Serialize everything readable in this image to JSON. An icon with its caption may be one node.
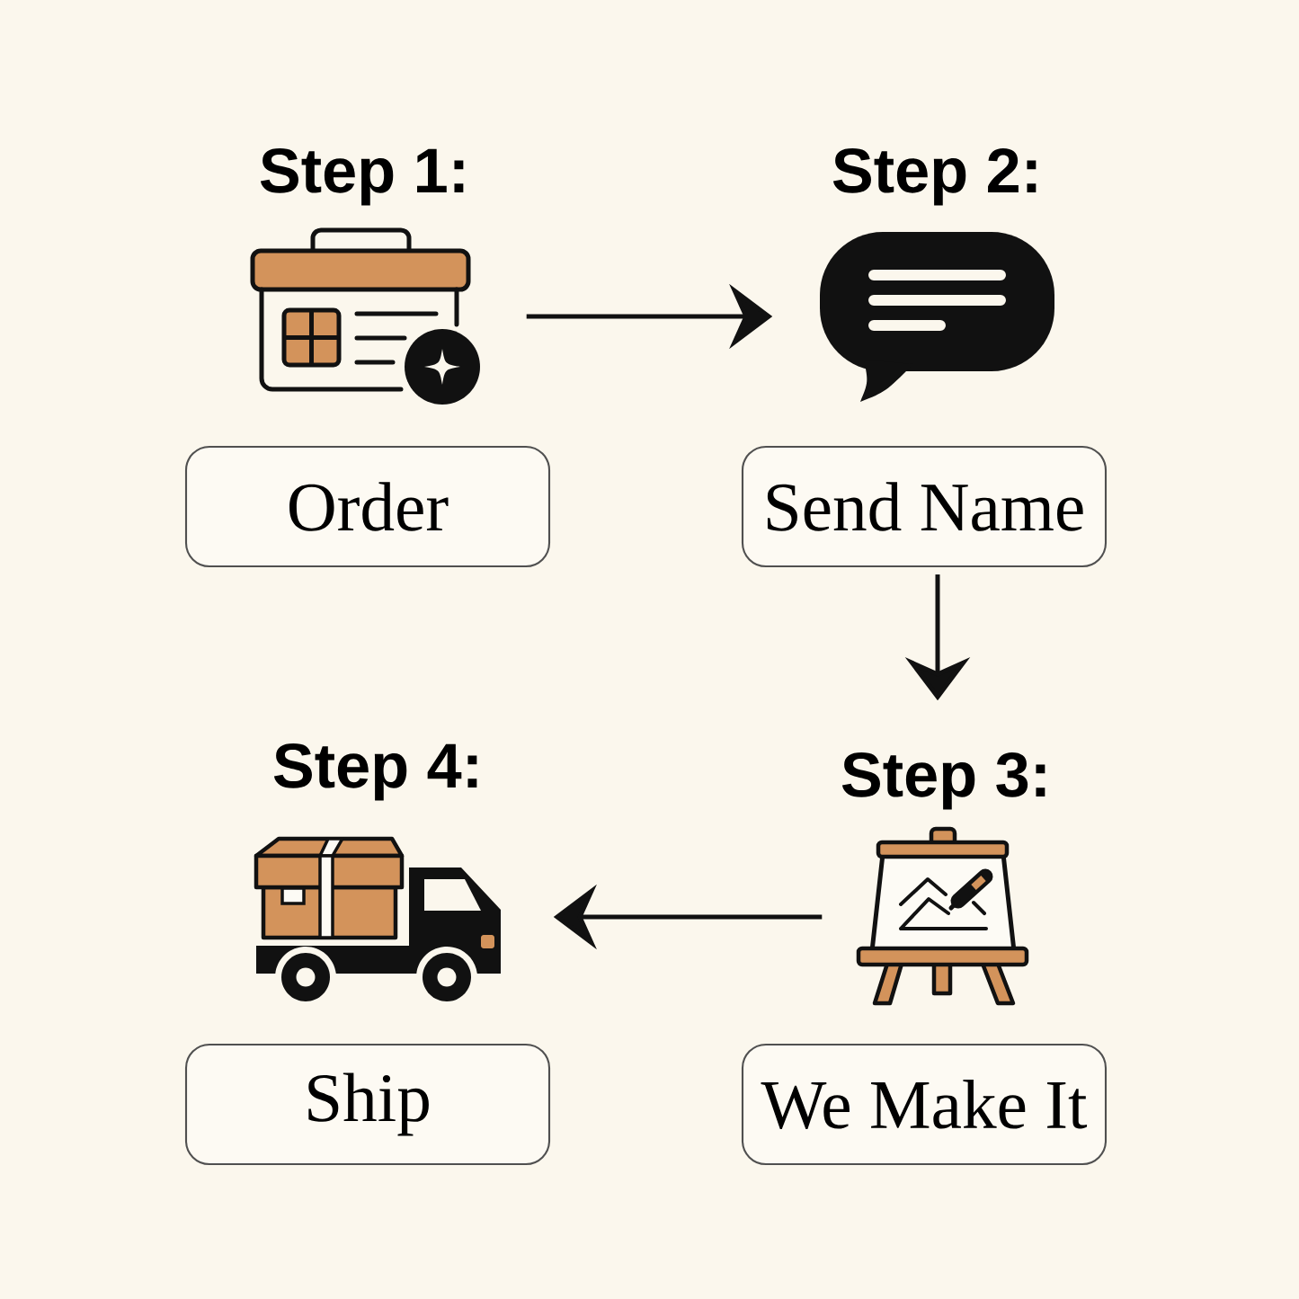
{
  "diagram": {
    "nodes": [
      {
        "text": [
          "Step 1:"
        ]
      },
      {
        "text": [
          "Order"
        ]
      },
      {
        "text": [
          "Step 2:"
        ]
      },
      {
        "text": [
          "Send Name"
        ]
      },
      {
        "text": [
          "Step 3:"
        ]
      },
      {
        "text": [
          "We Make It"
        ]
      },
      {
        "text": [
          "Step 4:"
        ]
      },
      {
        "text": [
          "Ship"
        ]
      }
    ],
    "edges": [
      {
        "from": 0,
        "to": 2,
        "arrow": "to"
      },
      {
        "from": 3,
        "to": 4,
        "arrow": "to"
      },
      {
        "from": 4,
        "to": 6,
        "arrow": "to"
      }
    ]
  }
}
